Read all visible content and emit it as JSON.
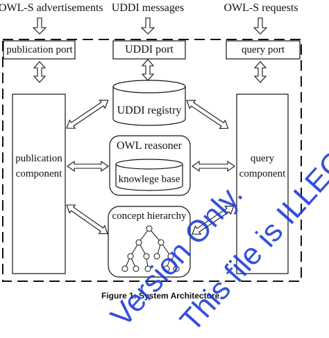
{
  "inputs": {
    "owls_ads": "OWL-S advertisements",
    "uddi_msgs": "UDDI messages",
    "owls_requests": "OWL-S requests"
  },
  "ports": {
    "publication": "publication port",
    "uddi": "UDDI port",
    "query": "query port"
  },
  "components": {
    "publication_line1": "publication",
    "publication_line2": "component",
    "query_line1": "query",
    "query_line2": "component",
    "uddi_registry": "UDDI registry",
    "owl_reasoner": "OWL reasoner",
    "knowledge_base": "knowlege base",
    "concept_hierarchy": "concept hierarchy"
  },
  "caption": "Figure 1: System Architecture",
  "watermark": {
    "line1": "Version Only.",
    "line2": "This file is ILLEGAL."
  }
}
